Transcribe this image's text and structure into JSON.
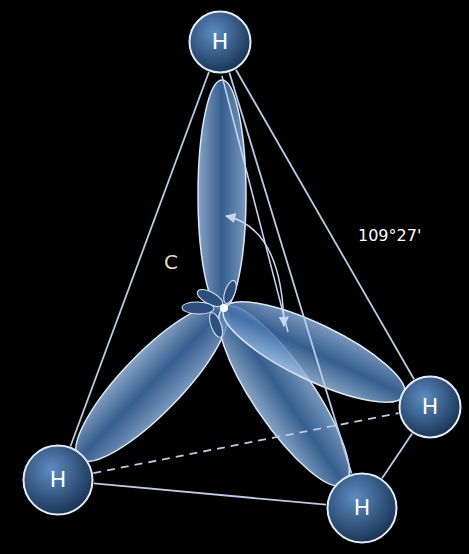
{
  "diagram": {
    "nodes": [
      {
        "text": [
          "H"
        ]
      },
      {
        "text": [
          "H"
        ]
      },
      {
        "text": [
          "H"
        ]
      },
      {
        "text": [
          "H"
        ]
      }
    ],
    "edges": [
      {
        "from": 0,
        "to": 2,
        "arrow": "none"
      },
      {
        "from": 0,
        "to": 1,
        "arrow": "none"
      },
      {
        "from": 0,
        "to": 3,
        "arrow": "none"
      },
      {
        "from": 2,
        "to": 3,
        "arrow": "none"
      },
      {
        "from": 3,
        "to": 1,
        "arrow": "none"
      },
      {
        "from": 2,
        "to": 1,
        "arrow": "none"
      }
    ],
    "labels": [
      "C",
      "109°27'"
    ]
  }
}
